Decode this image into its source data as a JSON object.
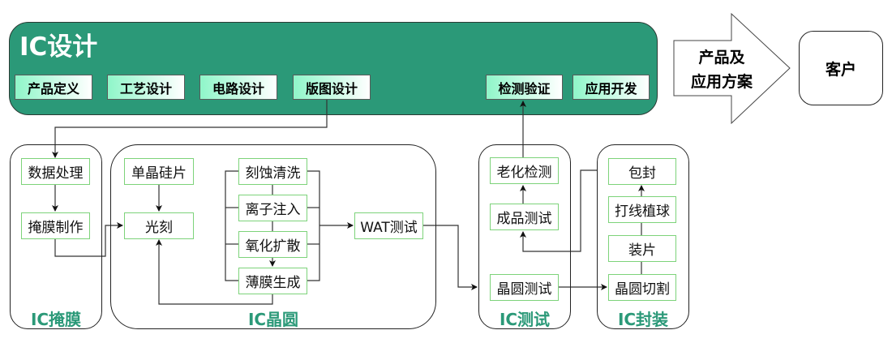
{
  "design": {
    "title": "IC设计",
    "steps": [
      "产品定义",
      "工艺设计",
      "电路设计",
      "版图设计"
    ],
    "verify": [
      "检测验证",
      "应用开发"
    ]
  },
  "output_arrow": {
    "line1": "产品及",
    "line2": "应用方案"
  },
  "customer": "客户",
  "mask": {
    "label": "IC掩膜",
    "steps": [
      "数据处理",
      "掩膜制作"
    ]
  },
  "wafer": {
    "label": "IC晶圆",
    "substrate": "单晶硅片",
    "litho": "光刻",
    "process": [
      "刻蚀清洗",
      "离子注入",
      "氧化扩散",
      "薄膜生成"
    ],
    "wat": "WAT测试"
  },
  "test": {
    "label": "IC测试",
    "steps": [
      "老化检测",
      "成品测试",
      "晶圆测试"
    ]
  },
  "package": {
    "label": "IC封装",
    "steps": [
      "包封",
      "打线植球",
      "装片",
      "晶圆切割"
    ]
  },
  "colors": {
    "panel": "#2b9978",
    "label": "#2b9978",
    "step_border": "#7dd37a",
    "button_gradient_start": "#8ff6c9"
  }
}
